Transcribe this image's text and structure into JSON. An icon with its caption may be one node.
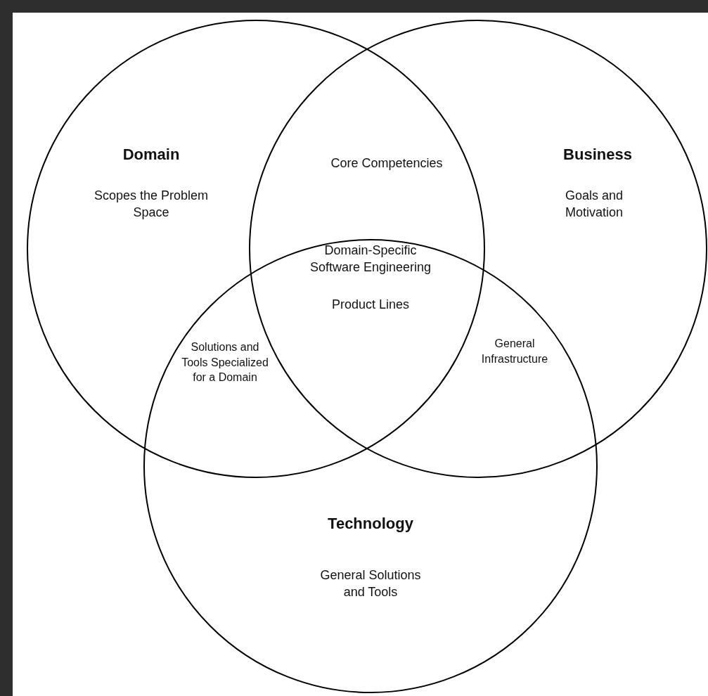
{
  "diagram": {
    "nodes": [
      {
        "text": [
          "Domain",
          "Scopes the Problem Space"
        ]
      },
      {
        "text": [
          "Business",
          "Goals and Motivation"
        ]
      },
      {
        "text": [
          "Technology",
          "General Solutions and Tools"
        ]
      }
    ],
    "labels": [
      "Core Competencies",
      "Domain-Specific Software Engineering",
      "Product Lines",
      "Solutions and Tools Specialized for a Domain",
      "General Infrastructure"
    ]
  }
}
